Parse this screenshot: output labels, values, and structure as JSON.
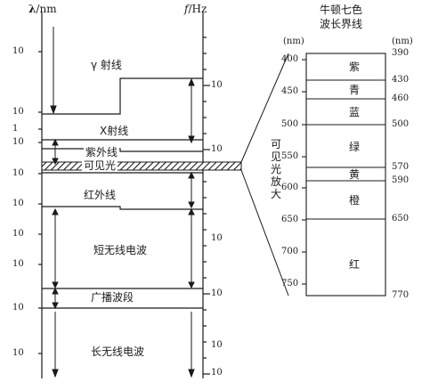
{
  "left_axis": {
    "symbol": "λ",
    "unit": "/nm",
    "ticks": [
      {
        "base": "10",
        "exp": ""
      },
      {
        "base": "10",
        "exp": ""
      },
      {
        "base": "1",
        "exp": ""
      },
      {
        "base": "10",
        "exp": ""
      },
      {
        "base": "10",
        "exp": ""
      },
      {
        "base": "10",
        "exp": ""
      },
      {
        "base": "10",
        "exp": ""
      },
      {
        "base": "10",
        "exp": ""
      },
      {
        "base": "10",
        "exp": ""
      },
      {
        "base": "10",
        "exp": ""
      }
    ]
  },
  "right_axis": {
    "symbol": "f",
    "unit": "/Hz",
    "ticks": [
      {
        "base": "10",
        "exp": ""
      },
      {
        "base": "10",
        "exp": ""
      },
      {
        "base": "10",
        "exp": ""
      },
      {
        "base": "10",
        "exp": ""
      },
      {
        "base": "10",
        "exp": ""
      },
      {
        "base": "10",
        "exp": ""
      }
    ]
  },
  "bands": {
    "gamma": "γ 射线",
    "xray": "X射线",
    "uv": "紫外线",
    "visible": "可见光",
    "ir": "红外线",
    "shortwave": "短无线电波",
    "broadcast": "广播波段",
    "longwave": "长无线电波"
  },
  "zoom_label": "可见光放大",
  "spectrum": {
    "title_line1": "牛顿七色",
    "title_line2": "波长界线",
    "unit_left": "(nm)",
    "unit_right": "(nm)",
    "scale_ticks": [
      "400",
      "450",
      "500",
      "550",
      "600",
      "650",
      "700",
      "750"
    ],
    "colors": [
      {
        "name": "紫",
        "from": 390,
        "to": 430
      },
      {
        "name": "青",
        "from": 430,
        "to": 460
      },
      {
        "name": "蓝",
        "from": 460,
        "to": 500
      },
      {
        "name": "绿",
        "from": 500,
        "to": 570
      },
      {
        "name": "黄",
        "from": 570,
        "to": 590
      },
      {
        "name": "橙",
        "from": 590,
        "to": 650
      },
      {
        "name": "红",
        "from": 650,
        "to": 770
      }
    ],
    "boundaries": [
      "390",
      "430",
      "460",
      "500",
      "570",
      "590",
      "650",
      "770"
    ]
  },
  "colors": {
    "ink": "#1a1a1a",
    "paper": "#ffffff"
  }
}
